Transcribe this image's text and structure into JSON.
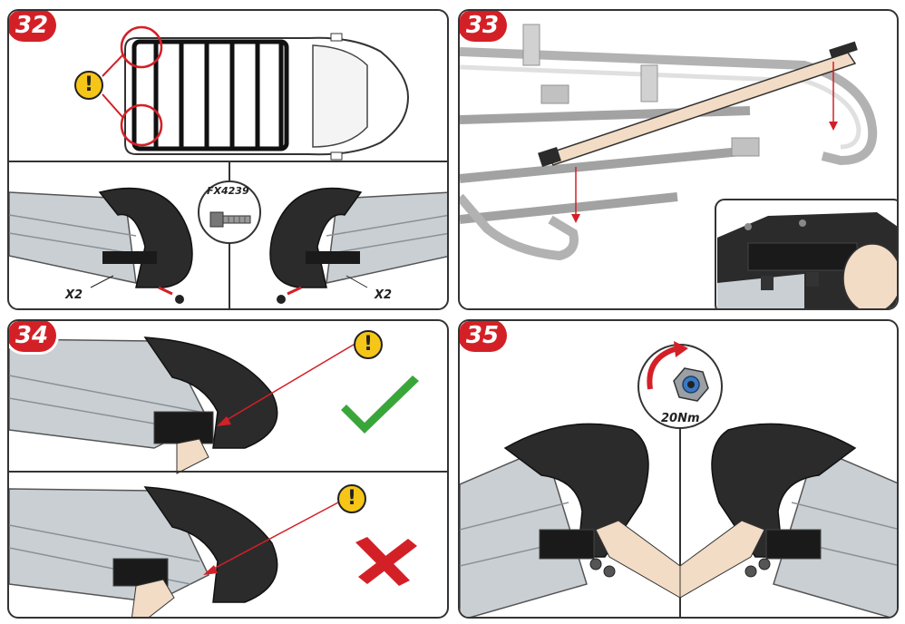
{
  "steps": {
    "s32": "32",
    "s33": "33",
    "s34": "34",
    "s35": "35"
  },
  "labels": {
    "warning": "!",
    "qty_left": "X2",
    "qty_right": "X2",
    "part_code": "FX4239",
    "torque": "20Nm"
  },
  "icons": {
    "warning": "warning-icon",
    "check": "check-icon",
    "cross": "cross-icon",
    "rotate": "rotate-arrow-icon",
    "nut": "nut-icon",
    "bolt": "bolt-icon"
  },
  "colors": {
    "accent": "#d32027",
    "warning": "#f5c518",
    "check": "#3aa63a",
    "tube": "#f2dcc6",
    "rail": "#c9cfd3",
    "endcap": "#2b2b2b"
  }
}
